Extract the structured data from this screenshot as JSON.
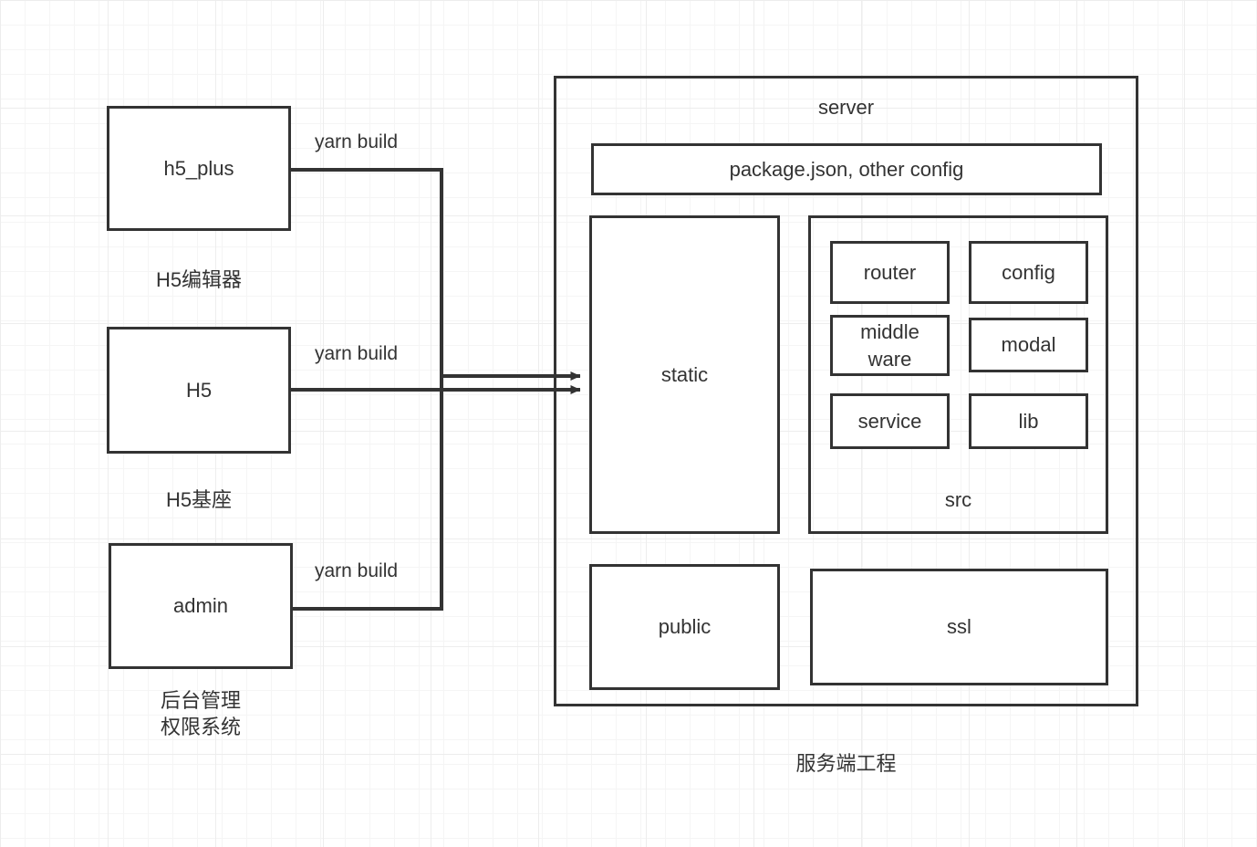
{
  "diagram": {
    "title_caption": "服务端工程",
    "line_color": "#333333",
    "text_color": "#333333",
    "background": "#ffffff",
    "grid_minor_color": "#f5f5f5",
    "grid_major_color": "#ededed"
  },
  "sources": [
    {
      "id": "h5_plus",
      "label": "h5_plus",
      "caption": "H5编辑器",
      "edge_label": "yarn build"
    },
    {
      "id": "h5",
      "label": "H5",
      "caption": "H5基座",
      "edge_label": "yarn build"
    },
    {
      "id": "admin",
      "label": "admin",
      "caption": "后台管理\n权限系统",
      "edge_label": "yarn build"
    }
  ],
  "server": {
    "label": "server",
    "caption": "服务端工程",
    "config_box": {
      "label": "package.json, other config"
    },
    "static_box": {
      "label": "static"
    },
    "src_group": {
      "label": "src",
      "items": [
        {
          "label": "router"
        },
        {
          "label": "config"
        },
        {
          "label": "middle\nware"
        },
        {
          "label": "modal"
        },
        {
          "label": "service"
        },
        {
          "label": "lib"
        }
      ]
    },
    "public_box": {
      "label": "public"
    },
    "ssl_box": {
      "label": "ssl"
    }
  }
}
